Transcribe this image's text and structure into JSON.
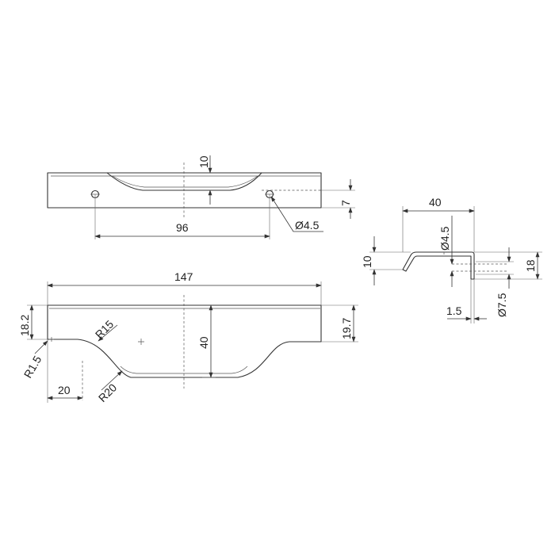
{
  "labels": {
    "top_depth": "10",
    "top_height": "7",
    "hole_spacing": "96",
    "hole_diameter": "Ø4.5",
    "overall_length": "147",
    "left_height": "18.2",
    "right_height": "19.7",
    "total_height": "40",
    "radius_small": "R1.5",
    "radius_mid": "R15",
    "radius_large": "R20",
    "offset": "20",
    "profile_width": "40",
    "profile_flange": "10",
    "profile_hole": "Ø4.5",
    "profile_height": "18",
    "profile_thickness": "1.5",
    "profile_counterbore": "Ø7.5"
  },
  "colors": {
    "line": "#333333",
    "text": "#222222",
    "background": "#ffffff"
  }
}
